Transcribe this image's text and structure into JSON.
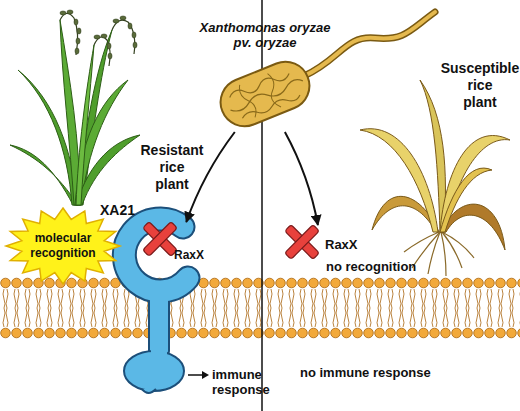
{
  "diagram": {
    "nodes": [
      {
        "text": [
          "Xanthomonas oryzae pv. oryzae"
        ]
      },
      {
        "text": [
          "XA21"
        ]
      },
      {
        "text": [
          "molecular recognition"
        ]
      },
      {
        "text": [
          "RaxX"
        ]
      },
      {
        "text": [
          "RaxX"
        ]
      }
    ],
    "edges": [
      {
        "from": 0,
        "to": 3,
        "arrow": "to"
      },
      {
        "from": 0,
        "to": 4,
        "arrow": "to"
      }
    ],
    "labels": [
      "Resistant rice plant",
      "Susceptible rice plant",
      "immune response",
      "no recognition",
      "no immune response"
    ]
  }
}
